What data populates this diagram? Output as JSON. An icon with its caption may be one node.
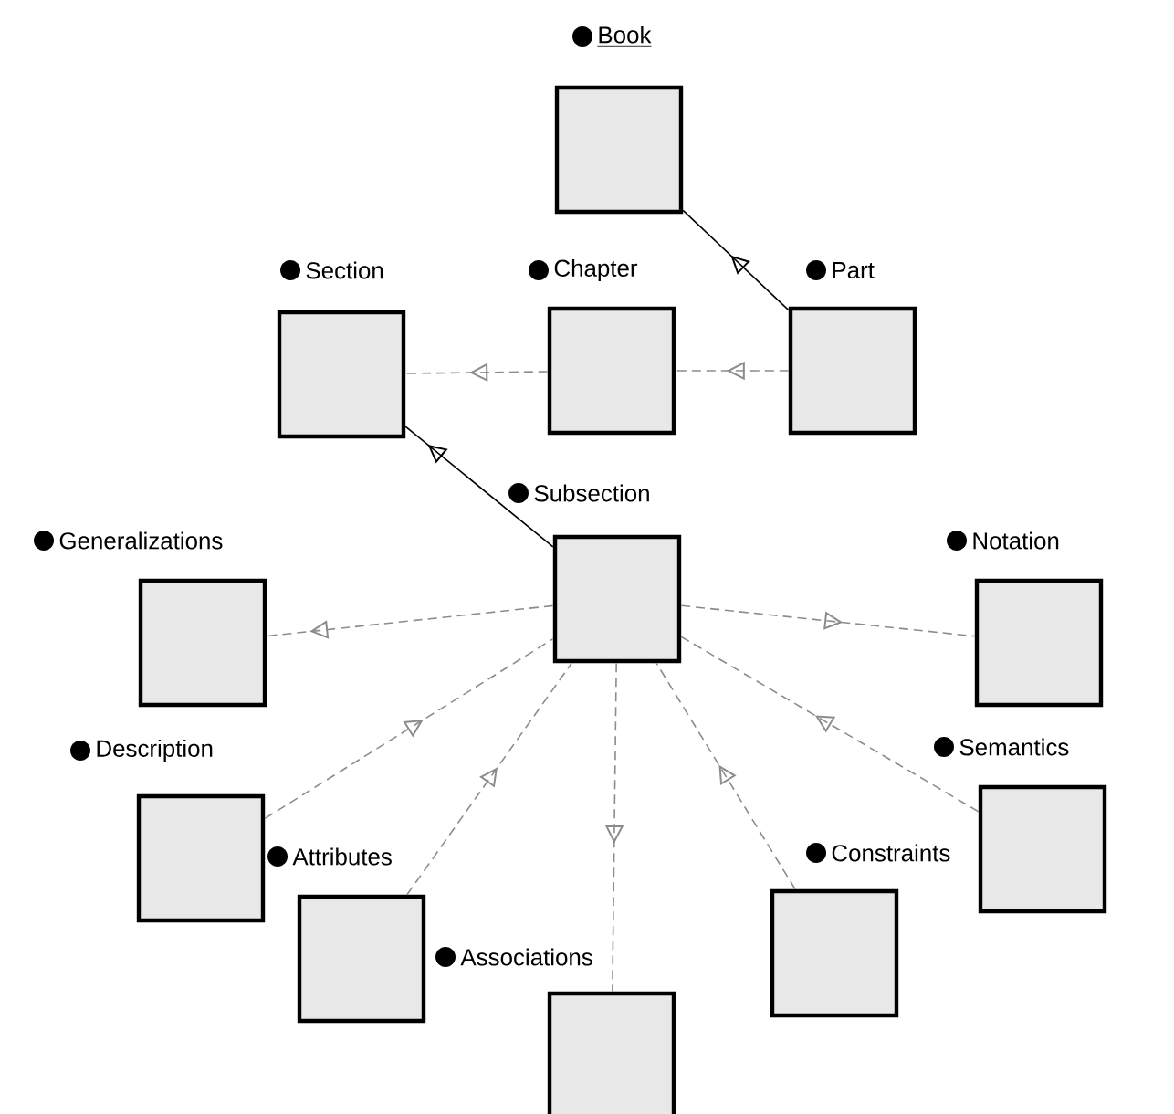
{
  "diagram": {
    "nodes": [
      {
        "text": [
          "Book"
        ]
      },
      {
        "text": [
          "Section"
        ]
      },
      {
        "text": [
          "Chapter"
        ]
      },
      {
        "text": [
          "Part"
        ]
      },
      {
        "text": [
          "Subsection"
        ]
      },
      {
        "text": [
          "Generalizations"
        ]
      },
      {
        "text": [
          "Notation"
        ]
      },
      {
        "text": [
          "Description"
        ]
      },
      {
        "text": [
          "Semantics"
        ]
      },
      {
        "text": [
          "Attributes"
        ]
      },
      {
        "text": [
          "Constraints"
        ]
      },
      {
        "text": [
          "Associations"
        ]
      }
    ],
    "edges": [
      {
        "from": 3,
        "to": 0,
        "arrow": "to",
        "color": "#000000"
      },
      {
        "from": 3,
        "to": 2,
        "arrow": "to",
        "style": "dashed"
      },
      {
        "from": 2,
        "to": 1,
        "arrow": "to",
        "style": "dashed"
      },
      {
        "from": 4,
        "to": 1,
        "arrow": "to",
        "color": "#000000"
      },
      {
        "from": 4,
        "to": 5,
        "arrow": "to",
        "style": "dashed"
      },
      {
        "from": 4,
        "to": 6,
        "arrow": "to",
        "style": "dashed"
      },
      {
        "from": 7,
        "to": 4,
        "arrow": "to",
        "style": "dashed"
      },
      {
        "from": 9,
        "to": 4,
        "arrow": "to",
        "style": "dashed"
      },
      {
        "from": 4,
        "to": 11,
        "arrow": "to",
        "style": "dashed"
      },
      {
        "from": 10,
        "to": 4,
        "arrow": "to",
        "style": "dashed"
      },
      {
        "from": 8,
        "to": 4,
        "arrow": "to",
        "style": "dashed"
      }
    ]
  }
}
